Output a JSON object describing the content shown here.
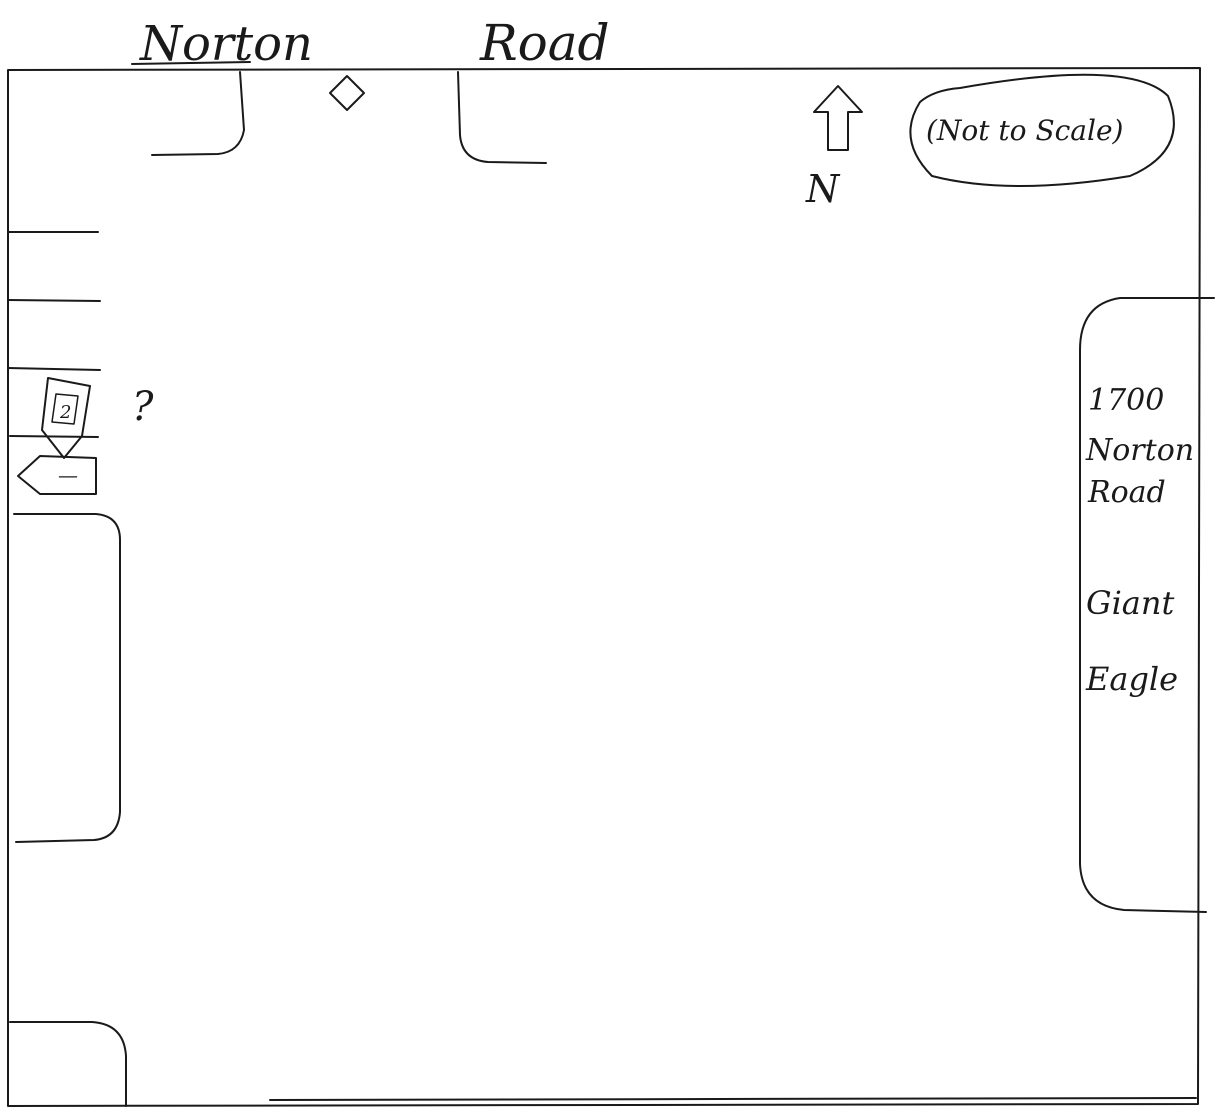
{
  "road_label_1": "Norton",
  "road_label_2": "Road",
  "scale_note": "(Not to Scale)",
  "north_label": "N",
  "vehicle_1_label": "2",
  "vehicle_2_label": "—",
  "unknown_mark": "?",
  "address_line_1": "1700",
  "address_line_2": "Norton",
  "address_line_3": "Road",
  "business_line_1": "Giant",
  "business_line_2": "Eagle"
}
